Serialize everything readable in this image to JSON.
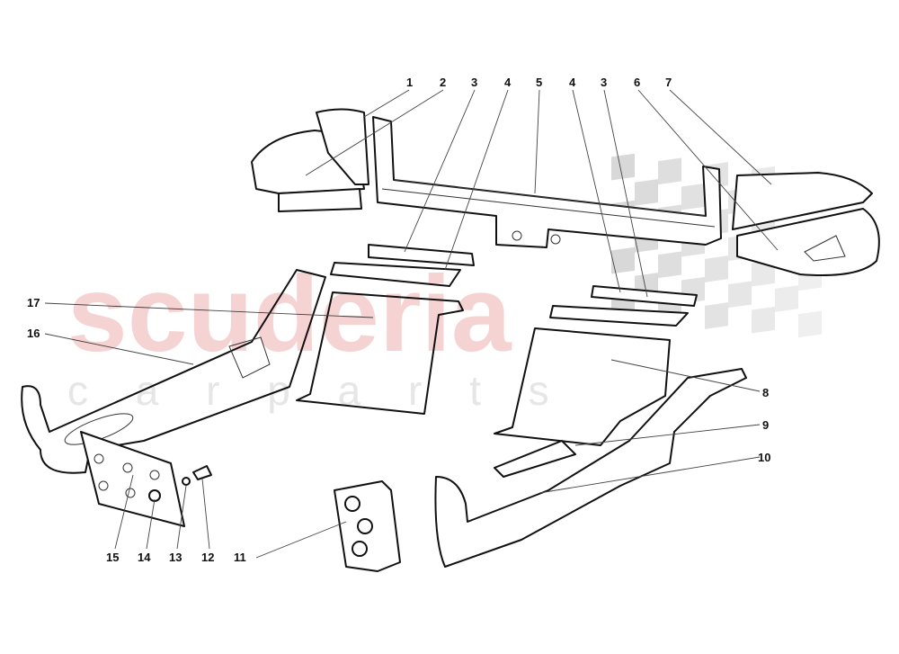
{
  "watermark": {
    "brand": "scuderia",
    "sub": "c a r p a r t s",
    "brand_color": "#f3c8c8",
    "flag_color": "#d8d8d8"
  },
  "labels": [
    "1",
    "2",
    "3",
    "4",
    "5",
    "4",
    "3",
    "6",
    "7",
    "8",
    "9",
    "10",
    "11",
    "12",
    "13",
    "14",
    "15",
    "16",
    "17"
  ]
}
